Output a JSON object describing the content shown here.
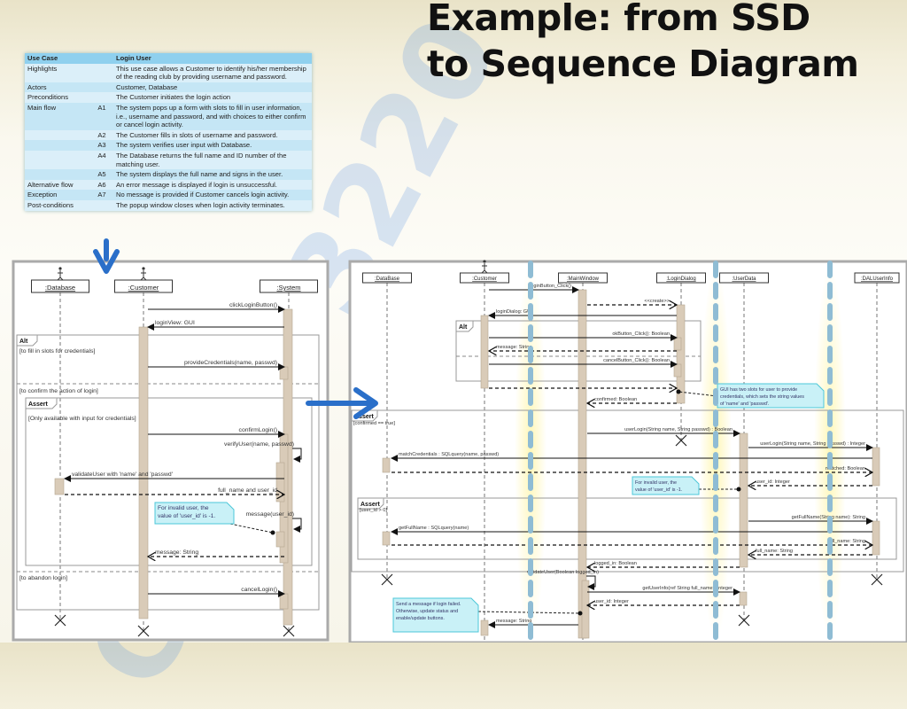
{
  "title_line1": "Example: from SSD",
  "title_line2": "to Sequence Diagram",
  "watermark": "COMP-3220 (XJ",
  "use_case_table": {
    "rows": [
      [
        "Use Case",
        "",
        "Login User"
      ],
      [
        "Highlights",
        "",
        "This use case allows a Customer to identify his/her membership of the reading club by providing username and password."
      ],
      [
        "Actors",
        "",
        "Customer, Database"
      ],
      [
        "Preconditions",
        "",
        "The Customer initiates the login action"
      ],
      [
        "Main flow",
        "A1",
        "The system pops up a form with slots to fill in user information, i.e., username and password, and with choices to either confirm or cancel login activity."
      ],
      [
        "",
        "A2",
        "The Customer fills in slots of username and password."
      ],
      [
        "",
        "A3",
        "The system verifies user input with Database."
      ],
      [
        "",
        "A4",
        "The Database returns the full name and ID number of the matching user."
      ],
      [
        "",
        "A5",
        "The system displays the full name and signs in the user."
      ],
      [
        "Alternative flow",
        "A6",
        "An error message is displayed if login is unsuccessful."
      ],
      [
        "Exception",
        "A7",
        "No message is provided if Customer cancels login activity."
      ],
      [
        "Post-conditions",
        "",
        "The popup window closes when login activity terminates."
      ]
    ]
  },
  "ssd": {
    "lifelines": [
      ":Database",
      ":Customer",
      ":System"
    ],
    "messages": [
      {
        "label": "clickLoginButton()",
        "from": 1,
        "to": 2,
        "dashed": false
      },
      {
        "label": "loginView: GUI",
        "from": 2,
        "to": 1,
        "dashed": false
      },
      {
        "label": "provideCredentials(name, passwd)",
        "from": 1,
        "to": 2,
        "dashed": false
      },
      {
        "label": "confirmLogin()",
        "from": 1,
        "to": 2,
        "dashed": false
      },
      {
        "label": "verifyUser(name, passwd)",
        "from": 2,
        "to": 2,
        "dashed": false
      },
      {
        "label": "validateUser with 'name' and 'passwd'",
        "from": 2,
        "to": 0,
        "dashed": false
      },
      {
        "label": "full_name and user_id",
        "from": 0,
        "to": 2,
        "dashed": true
      },
      {
        "label": "message(user_id)",
        "from": 2,
        "to": 2,
        "dashed": false
      },
      {
        "label": "message: String",
        "from": 2,
        "to": 1,
        "dashed": true
      },
      {
        "label": "cancelLogin()",
        "from": 1,
        "to": 2,
        "dashed": false
      }
    ],
    "frames": [
      {
        "label": "Alt"
      },
      {
        "label": "Assert"
      }
    ],
    "guards": [
      "[to fill in slots for credentials]",
      "[to confirm the action of login]",
      "[Only available with input for credentials]",
      "[to abandon login]"
    ],
    "notes": [
      [
        "For invalid user, the",
        "value of  'user_id' is -1."
      ]
    ]
  },
  "sd": {
    "lifelines": [
      ":DataBase",
      ":Customer",
      ":MainWindow",
      ":LoginDialog",
      ":UserData",
      ":DALUserInfo"
    ],
    "messages": [
      {
        "label": "loginButton_Click()",
        "from": 1,
        "to": 2,
        "dashed": false
      },
      {
        "label": "<<create>>",
        "from": 2,
        "to": 3,
        "dashed": true
      },
      {
        "label": "loginDialog: GUI",
        "from": 3,
        "to": 1,
        "dashed": false
      },
      {
        "label": "okButton_Click(): Boolean",
        "from": 1,
        "to": 3,
        "dashed": false
      },
      {
        "label": "message: String",
        "from": 3,
        "to": 1,
        "dashed": true
      },
      {
        "label": "cancelButton_Click(): Boolean",
        "from": 1,
        "to": 3,
        "dashed": false
      },
      {
        "label": "",
        "from": 1,
        "to": 3,
        "dashed": true
      },
      {
        "label": "confirmed: Boolean",
        "from": 3,
        "to": 2,
        "dashed": true
      },
      {
        "label": "userLogin(String name, String passwd) : Boolean",
        "from": 2,
        "to": 4,
        "dashed": false
      },
      {
        "label": "userLogin(String name, String passwd) : Integer",
        "from": 4,
        "to": 5,
        "dashed": false
      },
      {
        "label": "matchCredentials : SQLquery(name, passwd)",
        "from": 5,
        "to": 0,
        "dashed": false
      },
      {
        "label": "matched: Boolean",
        "from": 0,
        "to": 5,
        "dashed": true
      },
      {
        "label": "user_id: Integer",
        "from": 5,
        "to": 4,
        "dashed": true
      },
      {
        "label": "getFullName(String name): String",
        "from": 4,
        "to": 5,
        "dashed": false
      },
      {
        "label": "getFullName : SQLquery(name)",
        "from": 5,
        "to": 0,
        "dashed": false
      },
      {
        "label": "full_name: String",
        "from": 0,
        "to": 5,
        "dashed": true
      },
      {
        "label": "full_name: String",
        "from": 5,
        "to": 4,
        "dashed": true
      },
      {
        "label": "logged_in: Boolean",
        "from": 4,
        "to": 2,
        "dashed": true
      },
      {
        "label": "validateUser(Boolean logged_in)",
        "from": 2,
        "to": 2,
        "dashed": false
      },
      {
        "label": "getUserInfo(ref String full_name): Integer",
        "from": 2,
        "to": 4,
        "dashed": false
      },
      {
        "label": "user_id: Integer",
        "from": 4,
        "to": 2,
        "dashed": true
      },
      {
        "label": "message: String",
        "from": 2,
        "to": 1,
        "dashed": false
      }
    ],
    "frames": [
      {
        "label": "Alt"
      },
      {
        "label": "Assert"
      },
      {
        "label": "Assert"
      }
    ],
    "guards": [
      "[confirmed == true]",
      "[user_id > 0]"
    ],
    "notes": [
      [
        "GUI has two slots for user to provide",
        "credentials, which sets the string values",
        "of  'name' and 'passwd'."
      ],
      [
        "For invalid user, the",
        "value of 'user_id' is -1."
      ],
      [
        "Send a message if login failed.",
        "Otherwise, update status and",
        "enable/update buttons."
      ]
    ]
  },
  "colors": {
    "arrow": "#2a6fc9",
    "activation": "#d9cbb8",
    "note_fill": "#c9f1f7",
    "note_border": "#4cc7d8",
    "divider": "#8fbcd4"
  }
}
